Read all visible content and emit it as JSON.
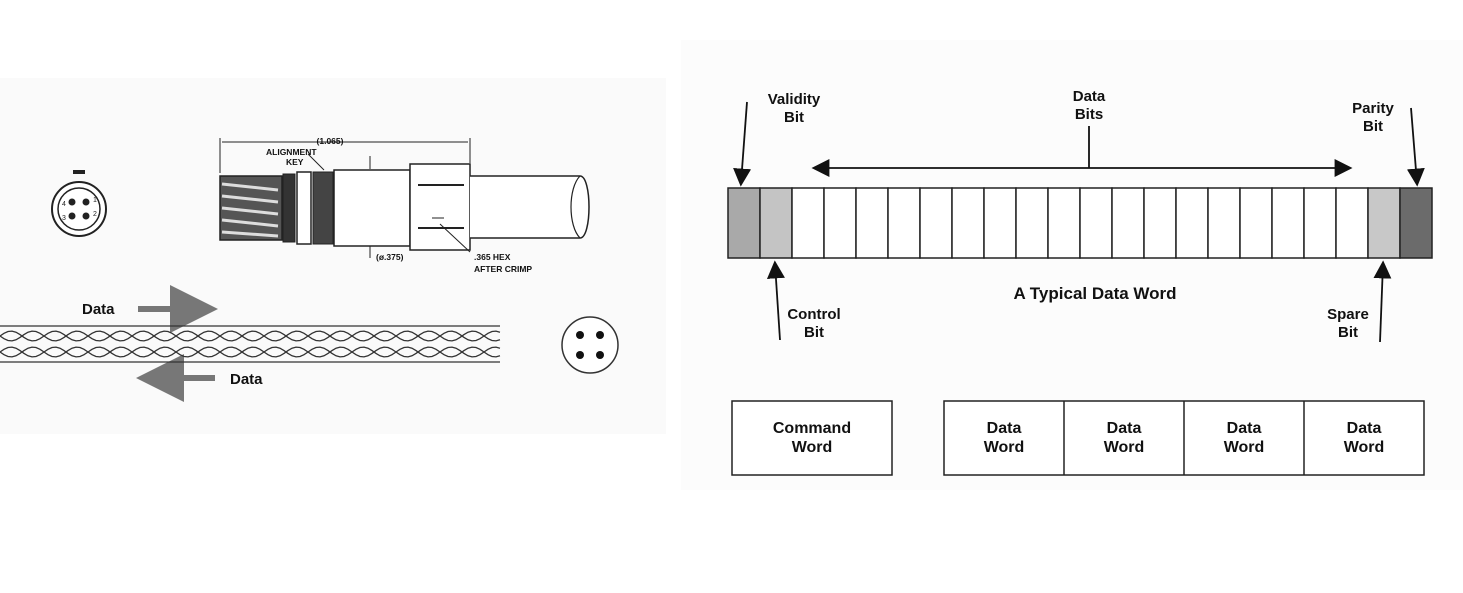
{
  "connector": {
    "dimension_length": "(1.065)",
    "alignment_key": [
      "ALIGNMENT",
      "KEY"
    ],
    "diameter": "(ø.375)",
    "hex_note": [
      ".365 HEX",
      "AFTER CRIMP"
    ],
    "pins": [
      "1",
      "2",
      "3",
      "4"
    ]
  },
  "cable": {
    "data_forward": "Data",
    "data_backward": "Data"
  },
  "data_word": {
    "title": "A Typical Data Word",
    "validity_label": [
      "Validity",
      "Bit"
    ],
    "data_bits_label": [
      "Data",
      "Bits"
    ],
    "parity_label": [
      "Parity",
      "Bit"
    ],
    "control_label": [
      "Control",
      "Bit"
    ],
    "spare_label": [
      "Spare",
      "Bit"
    ],
    "cell_count": 22,
    "colors": {
      "validity": "#a9a9a9",
      "control": "#c4c4c4",
      "data": "#ffffff",
      "spare": "#c8c8c8",
      "parity": "#6b6b6b"
    }
  },
  "message": {
    "command_word": [
      "Command",
      "Word"
    ],
    "data_words": [
      [
        "Data",
        "Word"
      ],
      [
        "Data",
        "Word"
      ],
      [
        "Data",
        "Word"
      ],
      [
        "Data",
        "Word"
      ]
    ]
  }
}
